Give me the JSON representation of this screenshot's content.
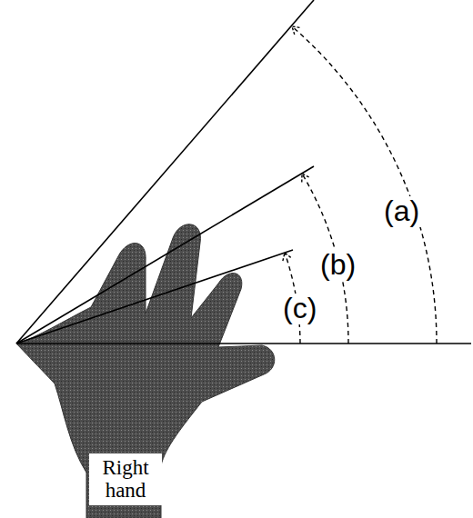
{
  "diagram": {
    "nodes": [
      {
        "text": [
          "Right hand"
        ]
      }
    ],
    "labels": [
      "(a)",
      "(b)",
      "(c)"
    ]
  }
}
